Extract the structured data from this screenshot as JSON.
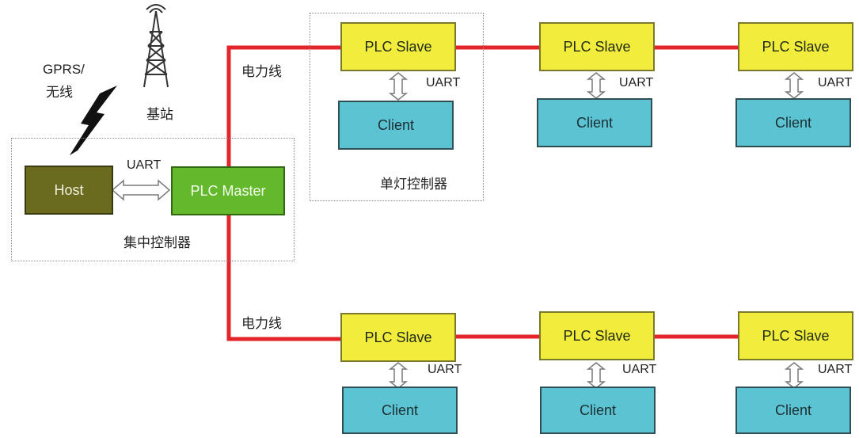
{
  "labels": {
    "gprs_line1": "GPRS/",
    "gprs_line2": "无线",
    "base_station": "基站",
    "uart": "UART",
    "power_line": "电力线",
    "central_controller": "集中控制器",
    "single_lamp_controller": "单灯控制器"
  },
  "nodes": {
    "host": "Host",
    "plc_master": "PLC Master",
    "plc_slave": "PLC Slave",
    "client": "Client"
  },
  "colors": {
    "power_line": "#e3242b",
    "slave_fill": "#f2ec3c",
    "client_fill": "#5cc3d3",
    "host_fill": "#6b6b1f",
    "master_fill": "#64b82c"
  },
  "icons": {
    "tower": "radio-tower-icon",
    "wireless": "lightning-bolt-icon",
    "uart_link": "double-arrow-icon"
  }
}
